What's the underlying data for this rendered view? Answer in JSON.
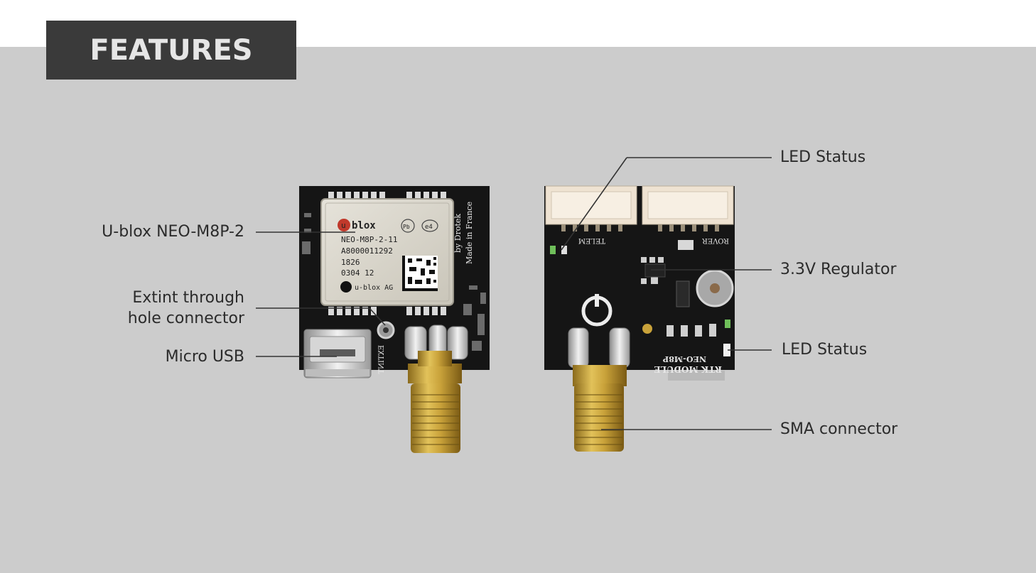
{
  "header": {
    "title": "FEATURES"
  },
  "module_front": {
    "chip": {
      "brand": "blox",
      "brand_prefix": "u",
      "model": "NEO-M8P-2-11",
      "serial": "A8000011292",
      "line3": "1826",
      "line4": "0304  12",
      "maker": "u-blox AG",
      "pb_mark": "Pb",
      "e4_mark": "e4"
    },
    "silkscreen": [
      "by Drotek",
      "Made in France"
    ],
    "extint_silk": "EXTINT"
  },
  "module_back": {
    "silkscreen_left": "TELEM",
    "silkscreen_right": "ROVER",
    "silkscreen_bottom_1": "RTK MODULE",
    "silkscreen_bottom_2": "NEO-M8P"
  },
  "callouts_left": {
    "ublox": "U-blox NEO-M8P-2",
    "extint_line1": "Extint through",
    "extint_line2": "hole connector",
    "usb": "Micro USB"
  },
  "callouts_right": {
    "led_top": "LED Status",
    "regulator": "3.3V Regulator",
    "led_bottom": "LED Status",
    "sma": "SMA connector"
  },
  "colors": {
    "background": "#cccccc",
    "badge": "#3a3a3a",
    "pcb": "#151515",
    "gold": "#c9a23a",
    "callout_line": "#333333"
  }
}
